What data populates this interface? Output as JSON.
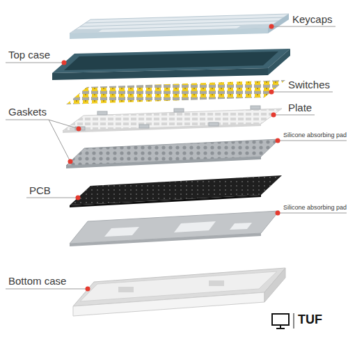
{
  "diagram": {
    "labels": [
      "Keycaps",
      "Top case",
      "Switches",
      "Gaskets",
      "Plate",
      "Silicone absorbing pad",
      "PCB",
      "Silicone absorbing pad",
      "Bottom case",
      "TUF"
    ]
  }
}
